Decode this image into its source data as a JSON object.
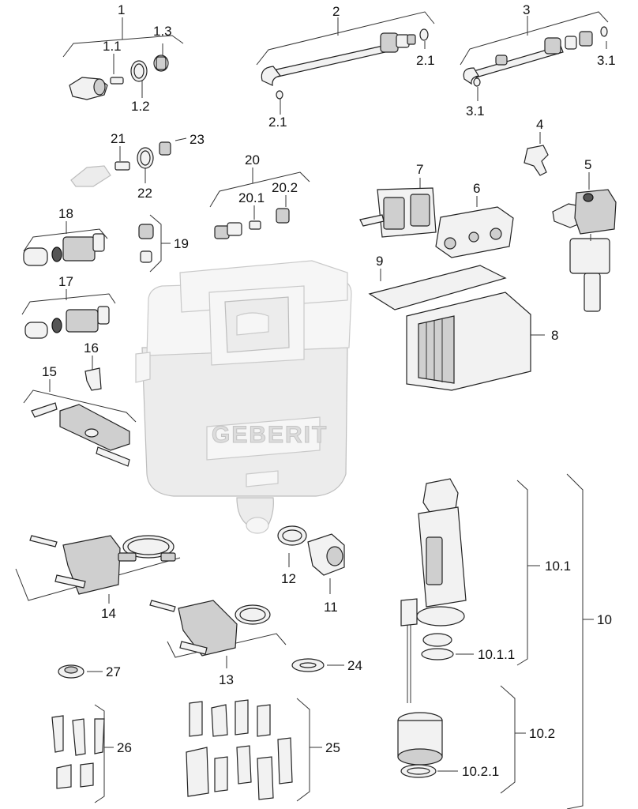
{
  "brand": "GEBERIT",
  "parts": {
    "p1": "1",
    "p1_1": "1.1",
    "p1_2": "1.2",
    "p1_3": "1.3",
    "p2": "2",
    "p2_1a": "2.1",
    "p2_1b": "2.1",
    "p3": "3",
    "p3_1a": "3.1",
    "p3_1b": "3.1",
    "p4": "4",
    "p5": "5",
    "p6": "6",
    "p7": "7",
    "p8": "8",
    "p9": "9",
    "p10": "10",
    "p10_1": "10.1",
    "p10_1_1": "10.1.1",
    "p10_2": "10.2",
    "p10_2_1": "10.2.1",
    "p11": "11",
    "p12": "12",
    "p13": "13",
    "p14": "14",
    "p15": "15",
    "p16": "16",
    "p17": "17",
    "p18": "18",
    "p19": "19",
    "p20": "20",
    "p20_1": "20.1",
    "p20_2": "20.2",
    "p21": "21",
    "p22": "22",
    "p23": "23",
    "p24": "24",
    "p25": "25",
    "p26": "26",
    "p27": "27"
  }
}
